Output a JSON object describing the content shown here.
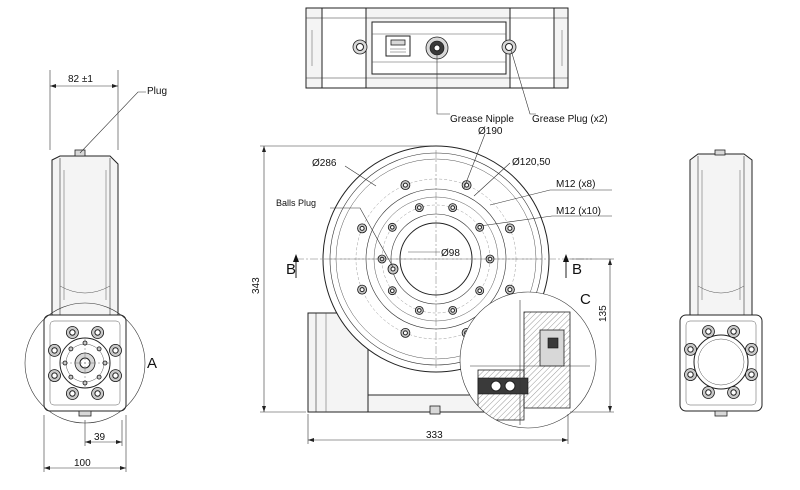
{
  "labels": {
    "plug": "Plug",
    "grease_nipple": "Grease Nipple",
    "grease_plug": "Grease Plug (x2)",
    "balls_plug": "Balls Plug",
    "dia_286": "Ø286",
    "dia_190": "Ø190",
    "dia_120_50": "Ø120,50",
    "dia_98": "Ø98",
    "m12_x8": "M12 (x8)",
    "m12_x10": "M12 (x10)",
    "section_b_left": "B",
    "section_b_right": "B",
    "detail_c": "C",
    "view_a": "A"
  },
  "dimensions": {
    "width_82": "82 ±1",
    "width_39": "39",
    "width_100": "100",
    "height_343": "343",
    "width_333": "333",
    "height_135": "135"
  }
}
